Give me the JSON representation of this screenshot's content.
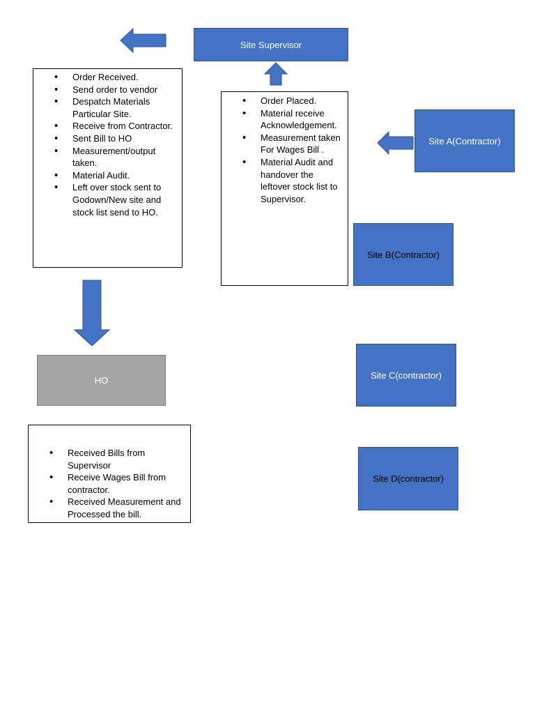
{
  "supervisor": {
    "label": "Site Supervisor"
  },
  "supervisor_tasks": {
    "items": [
      "Order Received.",
      "Send order to vendor",
      "Despatch Materials Particular Site.",
      "Receive from Contractor.",
      "Sent Bill to HO",
      "Measurement/output taken.",
      "Material Audit.",
      "Left over stock sent to Godown/New site and stock list send to HO."
    ]
  },
  "contractor_tasks": {
    "items": [
      "Order Placed.",
      "Material receive Acknowledgement.",
      "Measurement taken For Wages Bill .",
      "Material Audit and handover the leftover stock list to Supervisor."
    ]
  },
  "ho": {
    "label": "HO"
  },
  "ho_tasks": {
    "items": [
      "Received Bills from Supervisor",
      "Receive Wages Bill from contractor.",
      "Received Measurement and Processed the bill."
    ]
  },
  "sites": [
    {
      "label": "Site A(Contractor)"
    },
    {
      "label": "Site B(Contractor)"
    },
    {
      "label": "Site C(contractor)"
    },
    {
      "label": "Site D(contractor)"
    }
  ],
  "colors": {
    "shape_fill": "#4472c4",
    "shape_border": "#2f528f",
    "ho_fill": "#a5a5a5"
  }
}
